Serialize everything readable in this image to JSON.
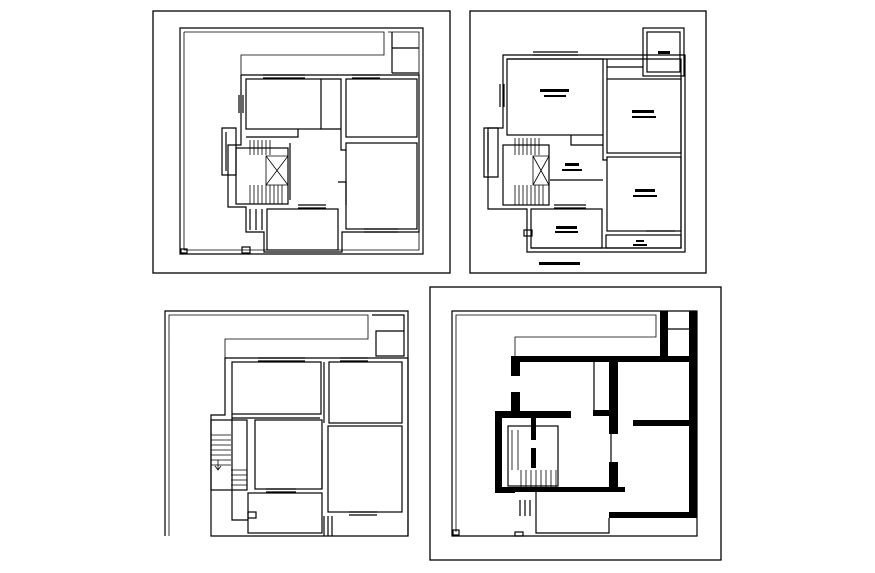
{
  "drawing": {
    "ink_color": "#000000",
    "background_color": "#ffffff",
    "plans": [
      {
        "id": "plan-top-left",
        "style": "outline"
      },
      {
        "id": "plan-top-right",
        "style": "outline-with-room-labels"
      },
      {
        "id": "plan-bottom-left",
        "style": "outline"
      },
      {
        "id": "plan-bottom-right",
        "style": "solid-walls"
      }
    ]
  }
}
